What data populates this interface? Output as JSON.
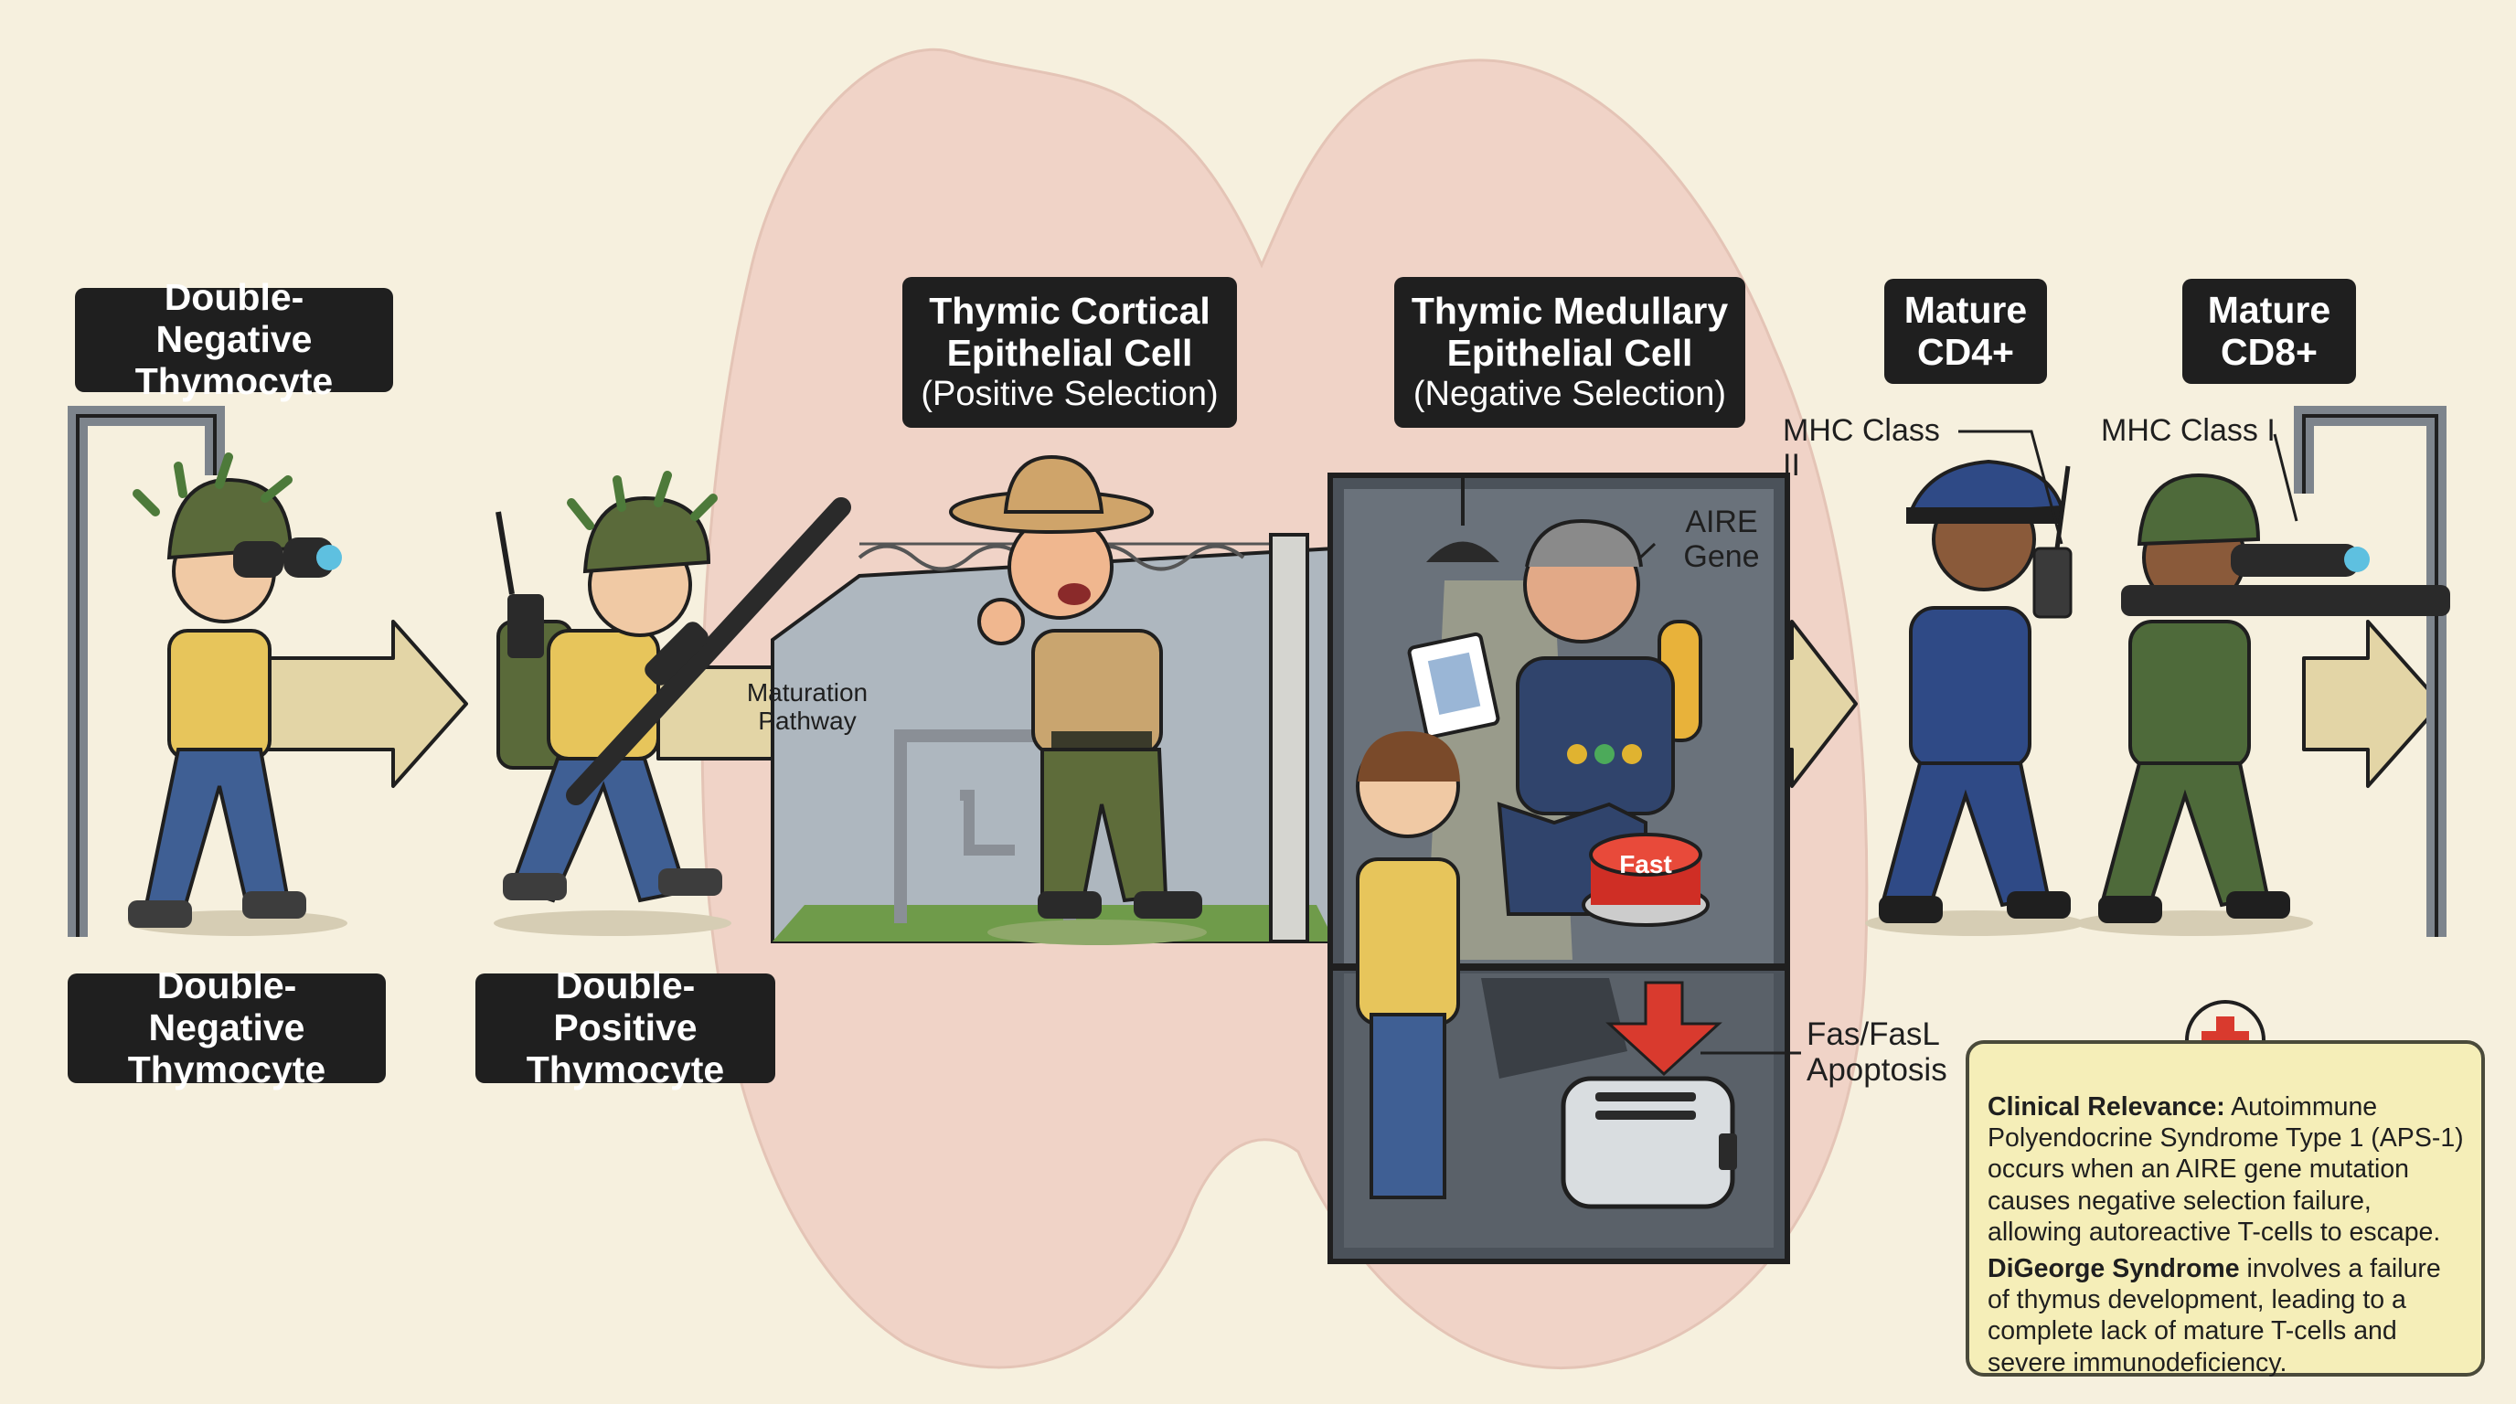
{
  "labels": {
    "dn_top": "Double-Negative Thymocyte",
    "dn_bottom": "Double-Negative Thymocyte",
    "dp_bottom": "Double-Positive Thymocyte",
    "cortical_title": "Thymic Cortical Epithelial Cell",
    "cortical_sub": "(Positive Selection)",
    "medullary_title": "Thymic Medullary Epithelial Cell",
    "medullary_sub": "(Negative Selection)",
    "cd4": "Mature CD4+",
    "cd8": "Mature CD8+"
  },
  "callouts": {
    "maturation": "Maturation Pathway",
    "aire": "AIRE Gene",
    "mhc2": "MHC Class II",
    "mhc1": "MHC Class I",
    "fas": "Fas/FasL Apoptosis",
    "button": "Fast"
  },
  "clinical": {
    "heading": "Clinical Relevance:",
    "p1_rest": "Autoimmune Polyendocrine Syndrome Type 1 (APS-1) occurs when an AIRE gene mutation causes negative selection failure, allowing autoreactive T-cells to escape.",
    "digeorge": "DiGeorge Syndrome",
    "p2_rest": "involves a failure of thymus development, leading to a complete lack of mature T-cells and severe immunodeficiency."
  },
  "colors": {
    "background": "#f6f0de",
    "thymus": "#efcfc4",
    "arrow": "#e3d5a6",
    "label_bg": "#1f1f1f",
    "clinical_bg": "#f5eeb8",
    "alert_red": "#d93a2e"
  }
}
